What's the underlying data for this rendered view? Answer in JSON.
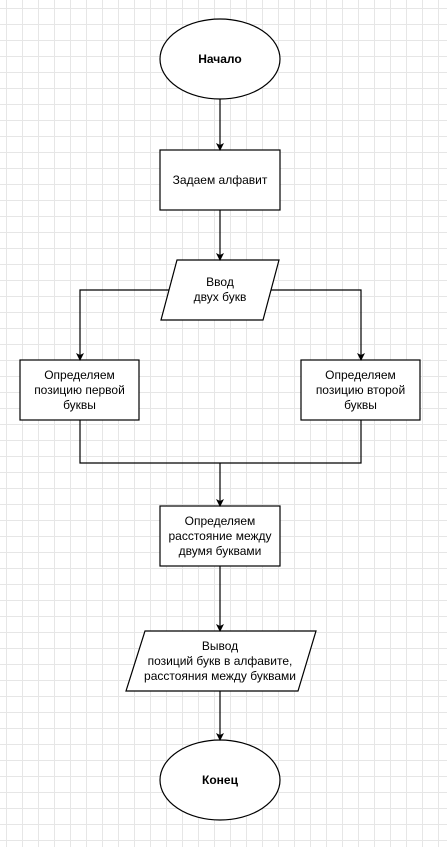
{
  "flowchart": {
    "start": "Начало",
    "set_alphabet": "Задаем алфавит",
    "input": "Ввод\nдвух букв",
    "pos_first": "Определяем\nпозицию первой\nбуквы",
    "pos_second": "Определяем\nпозицию второй\nбуквы",
    "distance": "Определяем\nрасстояние между\nдвумя буквами",
    "output": "Вывод\nпозиций букв в алфавите,\nрасстояния между буквами",
    "end": "Конец"
  }
}
